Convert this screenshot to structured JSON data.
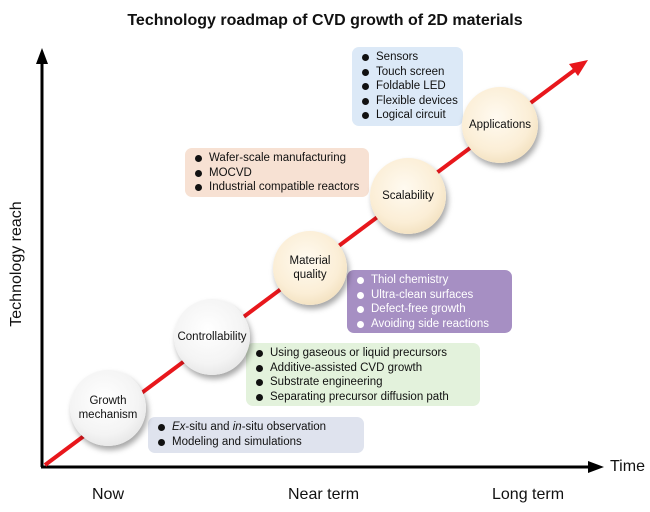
{
  "title": "Technology roadmap of CVD growth of 2D materials",
  "axes": {
    "y_label": "Technology reach",
    "x_label": "Time",
    "x_ticks": [
      "Now",
      "Near term",
      "Long term"
    ]
  },
  "colors": {
    "arrow": "#e8171c",
    "axis": "#000000"
  },
  "stages": [
    {
      "label_lines": [
        "Growth",
        "mechanism"
      ],
      "items": [
        {
          "italic1": "Ex",
          "mid": "-situ and ",
          "italic2": "in",
          "rest": "-situ observation"
        },
        "Modeling and simulations"
      ]
    },
    {
      "label_lines": [
        "Controllability"
      ],
      "items": [
        "Using gaseous or liquid precursors",
        "Additive-assisted CVD growth",
        "Substrate engineering",
        "Separating precursor diffusion path"
      ]
    },
    {
      "label_lines": [
        "Material",
        "quality"
      ],
      "items": [
        "Thiol chemistry",
        "Ultra-clean surfaces",
        "Defect-free growth",
        "Avoiding side reactions"
      ]
    },
    {
      "label_lines": [
        "Scalability"
      ],
      "items": [
        "Wafer-scale manufacturing",
        "MOCVD",
        "Industrial compatible reactors"
      ]
    },
    {
      "label_lines": [
        "Applications"
      ],
      "items": [
        "Sensors",
        "Touch screen",
        "Foldable LED",
        "Flexible devices",
        "Logical circuit"
      ]
    }
  ]
}
